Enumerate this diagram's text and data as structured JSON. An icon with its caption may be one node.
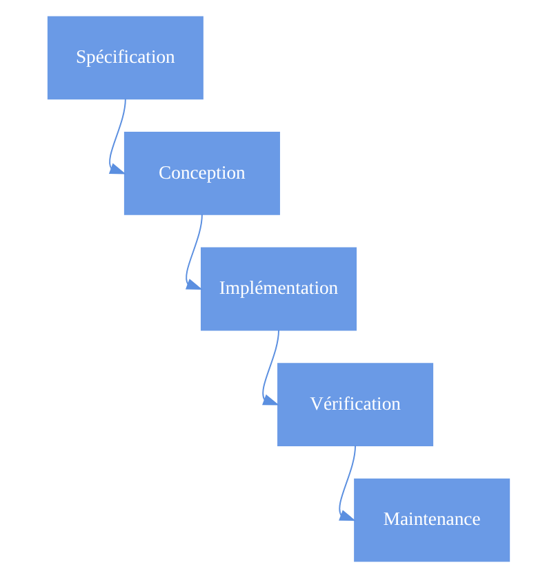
{
  "diagram": {
    "nodes": [
      {
        "text": [
          "Spécification"
        ]
      },
      {
        "text": [
          "Conception"
        ]
      },
      {
        "text": [
          "Implémentation"
        ]
      },
      {
        "text": [
          "Vérification"
        ]
      },
      {
        "text": [
          "Maintenance"
        ]
      }
    ],
    "edges": [
      {
        "from": 0,
        "to": 1,
        "arrow": "to"
      },
      {
        "from": 1,
        "to": 2,
        "arrow": "to"
      },
      {
        "from": 2,
        "to": 3,
        "arrow": "to"
      },
      {
        "from": 3,
        "to": 4,
        "arrow": "to"
      }
    ]
  }
}
